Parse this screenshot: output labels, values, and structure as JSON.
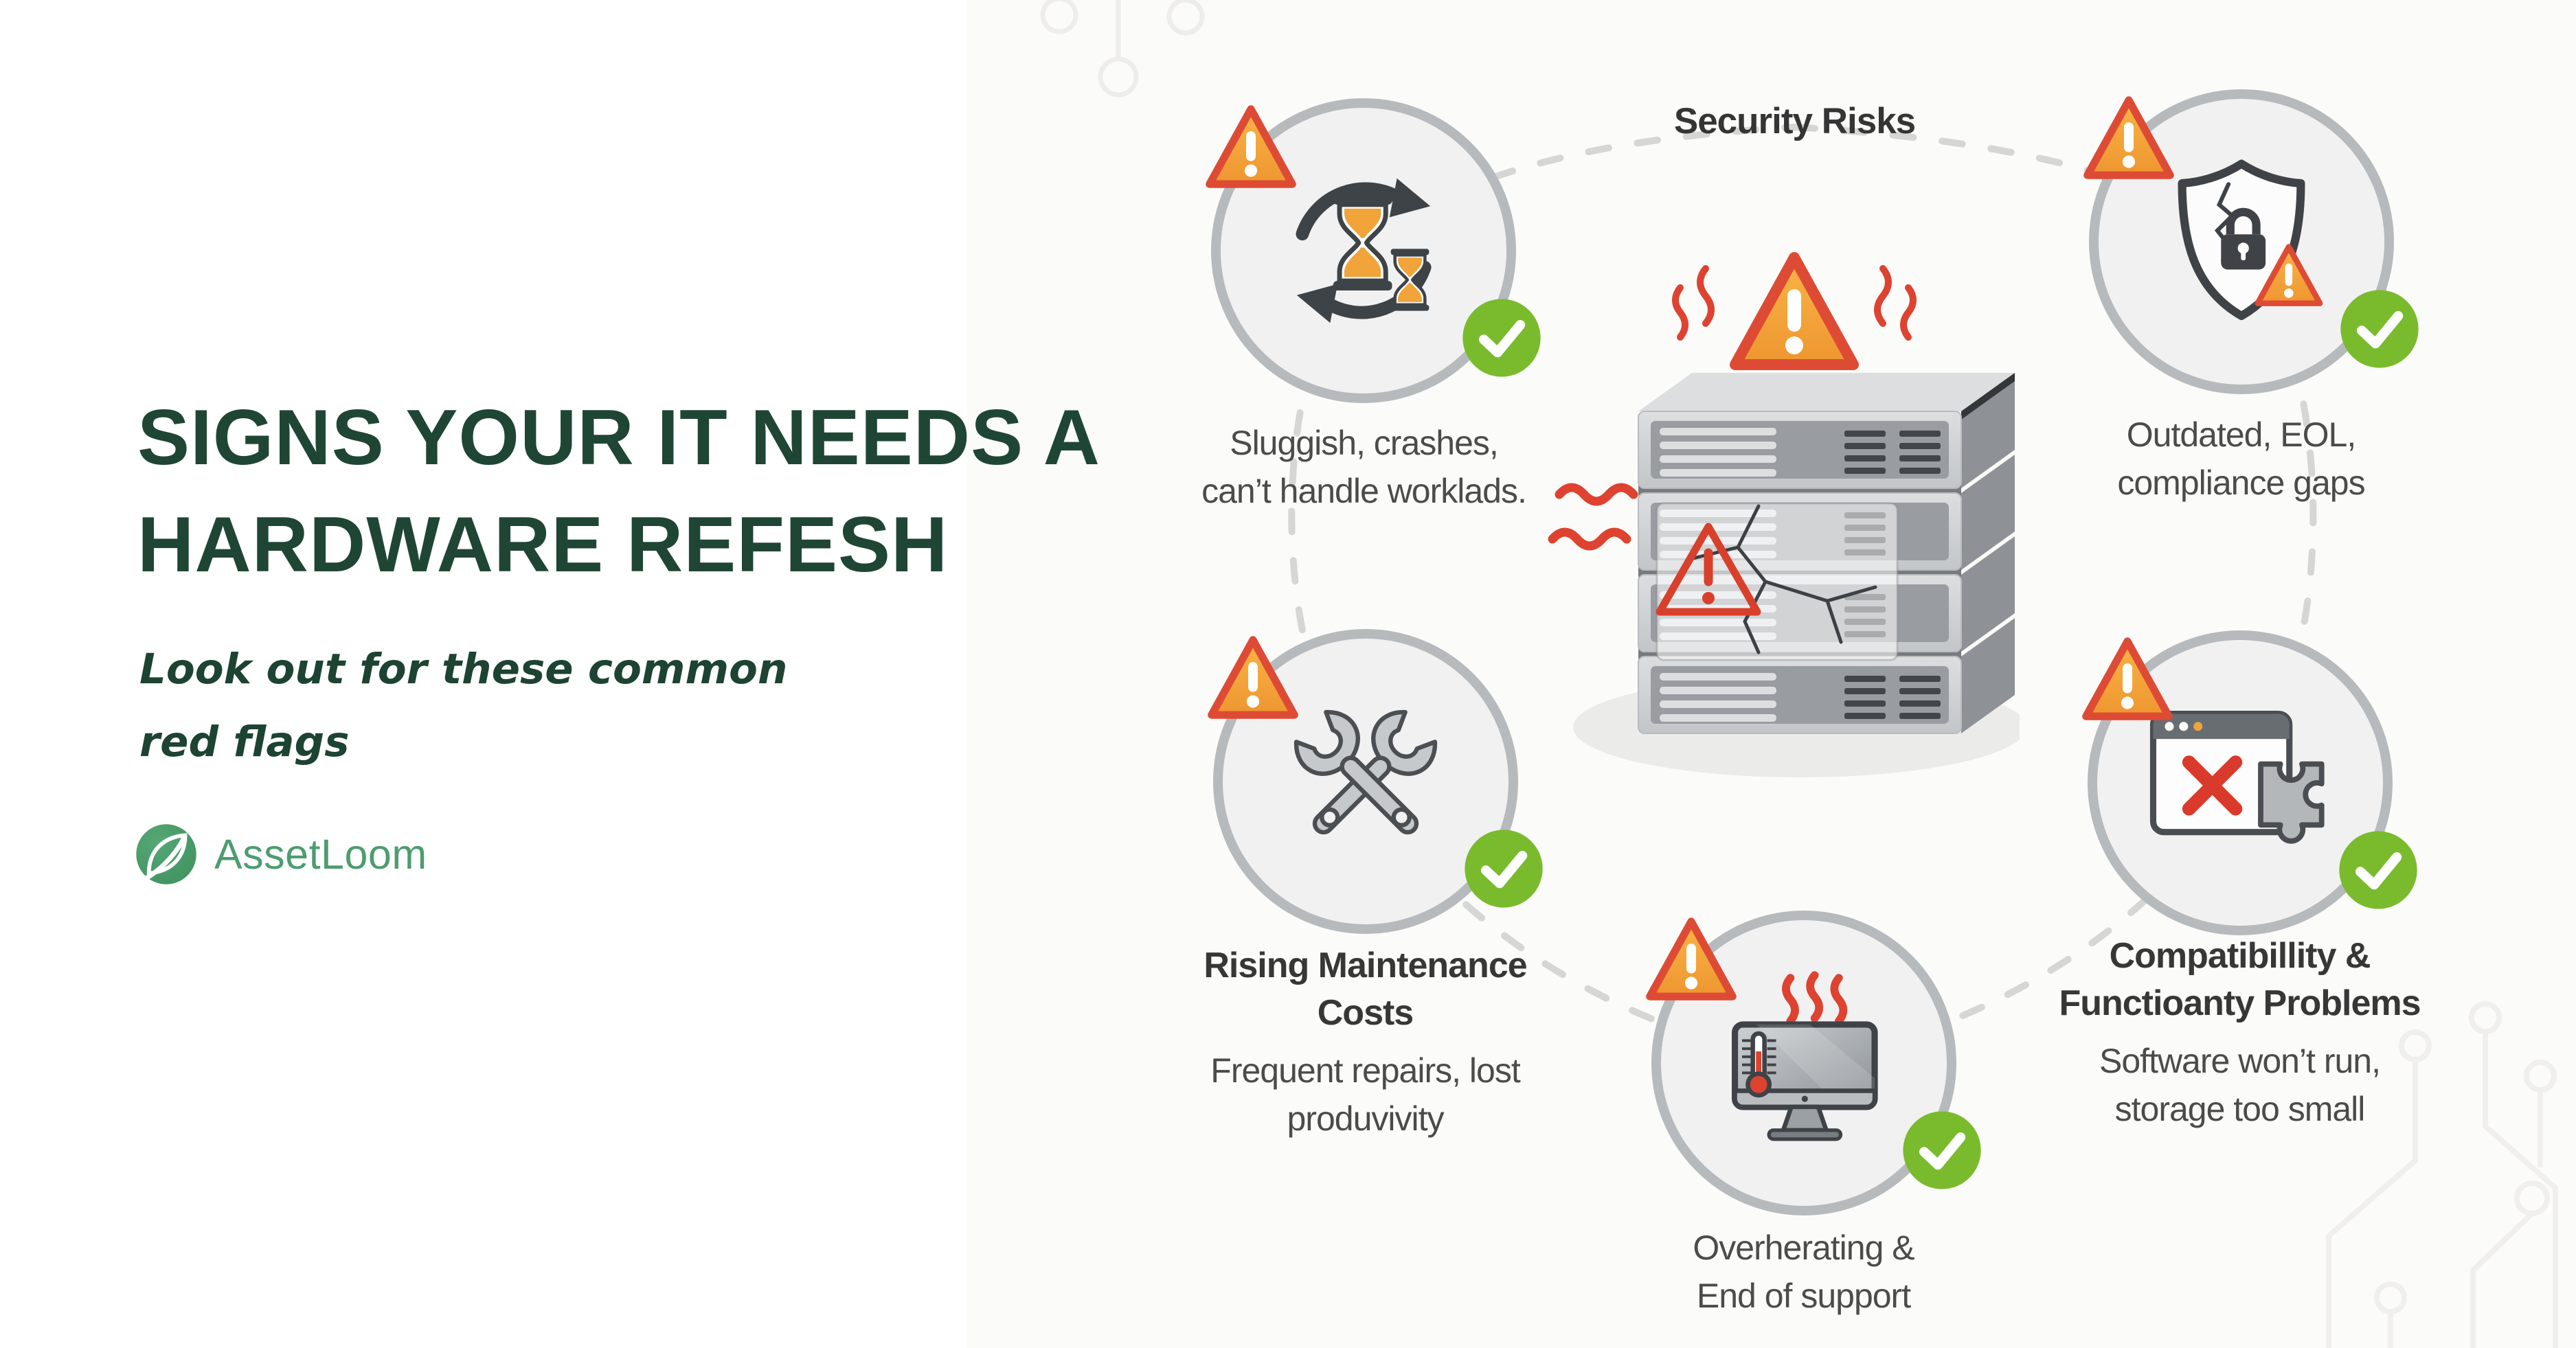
{
  "left": {
    "title1": "SIGNS YOUR IT NEEDS A",
    "title2": "HARDWARE REFESH",
    "subtitle1": "Look out for these common",
    "subtitle2": "red flags",
    "brand": "AssetLoom"
  },
  "diagram": {
    "center_label": "Security Risks",
    "nodes": {
      "performance": {
        "icon": "hourglass-cycle-icon",
        "caption1": "Sluggish, crashes,",
        "caption2": "can’t handle worklads."
      },
      "security": {
        "icon": "cracked-shield-lock-icon",
        "caption1": "Outdated, EOL,",
        "caption2": "compliance gaps"
      },
      "maintenance": {
        "icon": "crossed-wrenches-icon",
        "title1": "Rising Maintenance",
        "title2": "Costs",
        "caption1": "Frequent repairs, lost",
        "caption2": "produvivity"
      },
      "overheating": {
        "icon": "overheating-monitor-icon",
        "caption1": "Overherating &",
        "caption2": "End of support"
      },
      "compatibility": {
        "icon": "browser-error-puzzle-icon",
        "title1": "Compatibillity &",
        "title2": "Functioanty Problems",
        "caption1": "Software won’t run,",
        "caption2": "storage too small"
      }
    },
    "badges": {
      "warning": "warning-triangle-icon",
      "check": "check-circle-icon"
    },
    "center_illustration": "failing-server-stack"
  },
  "colors": {
    "title_green": "#1f4634",
    "brand_green": "#4d9c70",
    "warning_fill": "#f3a63b",
    "warning_border": "#de4b35",
    "check_green": "#79bb2d",
    "circle_border": "#b7babd",
    "circle_fill": "#f1f1f2",
    "caption_gray": "#4b4b4b",
    "heat_red": "#dd4330"
  }
}
